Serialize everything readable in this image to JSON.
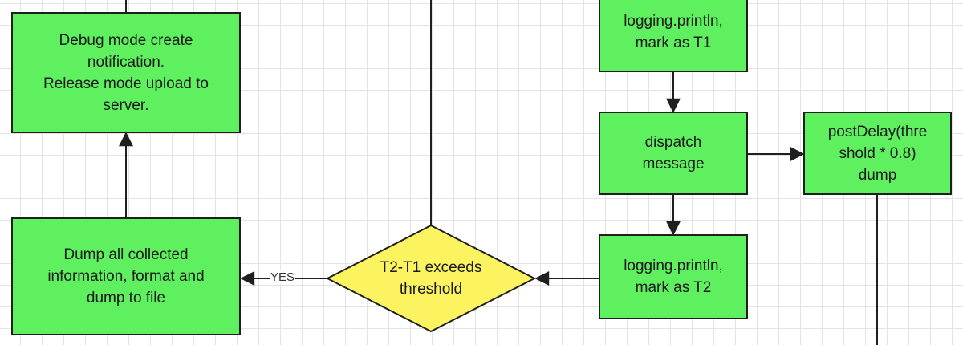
{
  "colors": {
    "process_fill": "#5ef05e",
    "decision_fill": "#fbf35f",
    "stroke": "#1f1f1f",
    "grid": "#e3e3e3"
  },
  "nodes": {
    "debug_release": "Debug mode create\nnotification.\nRelease mode upload to\nserver.",
    "dump_all": "Dump all collected\ninformation, format and\ndump to file",
    "decision": "T2-T1 exceeds\nthreshold",
    "mark_t1": "logging.println,\nmark as T1",
    "dispatch": "dispatch\nmessage",
    "post_delay": "postDelay(thre\nshold * 0.8)\ndump",
    "mark_t2": "logging.println,\nmark as T2"
  },
  "edge_labels": {
    "yes": "YES"
  }
}
